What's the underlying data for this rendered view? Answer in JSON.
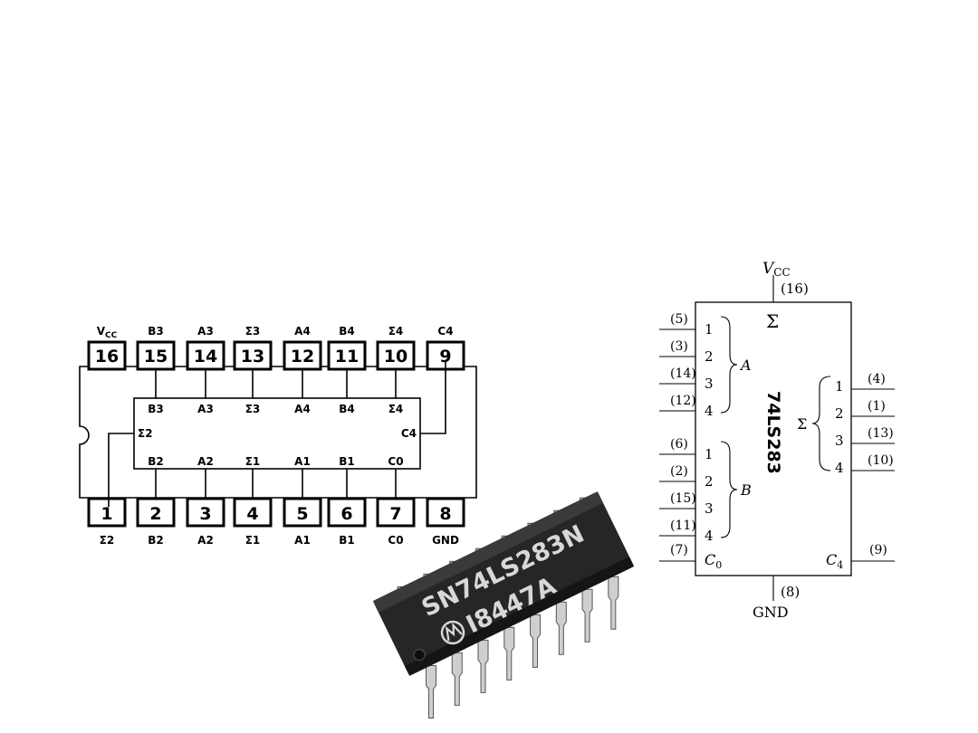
{
  "pinout": {
    "top_pins": [
      {
        "num": "16",
        "label": "VCC"
      },
      {
        "num": "15",
        "label": "B3"
      },
      {
        "num": "14",
        "label": "A3"
      },
      {
        "num": "13",
        "label": "Σ3"
      },
      {
        "num": "12",
        "label": "A4"
      },
      {
        "num": "11",
        "label": "B4"
      },
      {
        "num": "10",
        "label": "Σ4"
      },
      {
        "num": "9",
        "label": "C4"
      }
    ],
    "bottom_pins": [
      {
        "num": "1",
        "label": "Σ2"
      },
      {
        "num": "2",
        "label": "B2"
      },
      {
        "num": "3",
        "label": "A2"
      },
      {
        "num": "4",
        "label": "Σ1"
      },
      {
        "num": "5",
        "label": "A1"
      },
      {
        "num": "6",
        "label": "B1"
      },
      {
        "num": "7",
        "label": "C0"
      },
      {
        "num": "8",
        "label": "GND"
      }
    ],
    "inner_top": [
      "B3",
      "A3",
      "Σ3",
      "A4",
      "B4",
      "Σ4"
    ],
    "inner_bottom": [
      "B2",
      "A2",
      "Σ1",
      "A1",
      "B1",
      "C0"
    ],
    "inner_left": "Σ2",
    "inner_right": "C4"
  },
  "chip": {
    "line1": "SN74LS283N",
    "line2": "I8447A"
  },
  "symbol": {
    "vcc": "VCC",
    "vcc_pin": "(16)",
    "gnd": "GND",
    "gnd_pin": "(8)",
    "sigma": "Σ",
    "part": "74LS283",
    "group_a": "A",
    "group_b": "B",
    "group_sum": "Σ",
    "a_inputs": [
      {
        "pin": "(5)",
        "bit": "1"
      },
      {
        "pin": "(3)",
        "bit": "2"
      },
      {
        "pin": "(14)",
        "bit": "3"
      },
      {
        "pin": "(12)",
        "bit": "4"
      }
    ],
    "b_inputs": [
      {
        "pin": "(6)",
        "bit": "1"
      },
      {
        "pin": "(2)",
        "bit": "2"
      },
      {
        "pin": "(15)",
        "bit": "3"
      },
      {
        "pin": "(11)",
        "bit": "4"
      }
    ],
    "sum_outputs": [
      {
        "pin": "(4)",
        "bit": "1"
      },
      {
        "pin": "(1)",
        "bit": "2"
      },
      {
        "pin": "(13)",
        "bit": "3"
      },
      {
        "pin": "(10)",
        "bit": "4"
      }
    ],
    "c0_pin": "(7)",
    "c0": "C0",
    "c4_pin": "(9)",
    "c4": "C4"
  }
}
